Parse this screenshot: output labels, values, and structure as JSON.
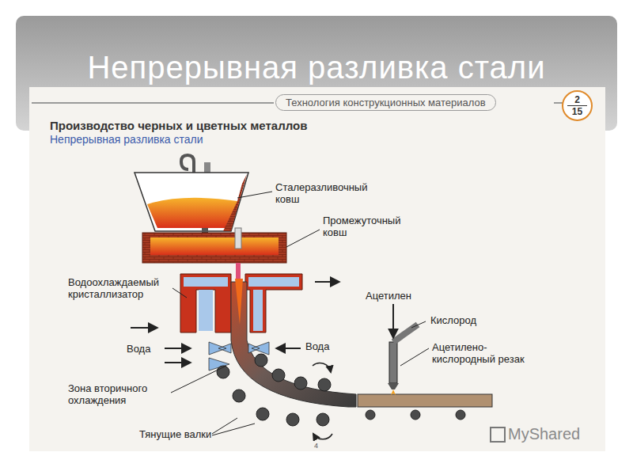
{
  "diagram": {
    "title": "Непрерывная разливка стали",
    "nodes": [
      {
        "text": [
          "Технология конструкционных материалов"
        ]
      },
      {
        "text": [
          "2",
          "15"
        ]
      }
    ],
    "labels": [
      "Производство черных и цветных металлов",
      "Непрерывная разливка стали",
      "Сталеразливочный ковш",
      "Промежуточный ковш",
      "Водоохлаждаемый кристаллизатор",
      "Ацетилен",
      "Кислород",
      "Ацетилено-кислородный резак",
      "Вода",
      "Вода",
      "Зона вторичного охлаждения",
      "Тянущие валки",
      "4",
      "MyShared"
    ]
  }
}
